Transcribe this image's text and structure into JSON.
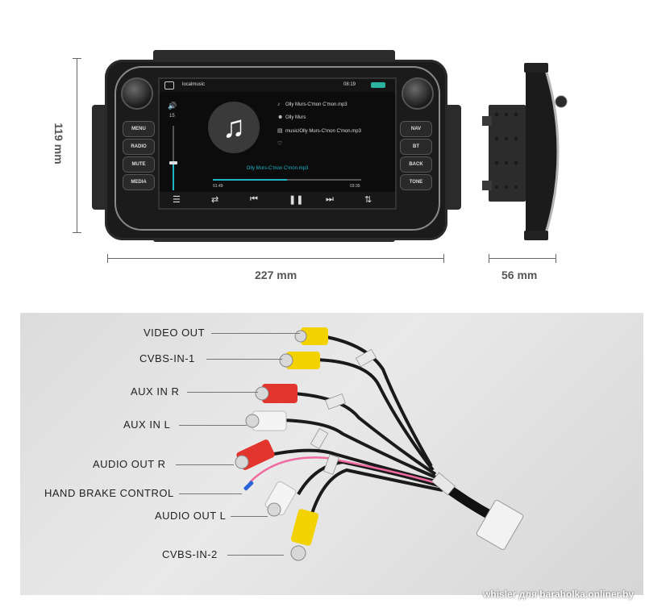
{
  "dimensions": {
    "height": "119 mm",
    "width": "227 mm",
    "depth": "56 mm"
  },
  "head_unit": {
    "left_buttons": [
      "MENU",
      "RADIO",
      "MUTE",
      "MEDIA"
    ],
    "right_buttons": [
      "NAV",
      "BT",
      "BACK",
      "TONE"
    ],
    "screen": {
      "app_title": "localmusic",
      "clock": "08:19",
      "volume": "15",
      "volume_level": 0.42,
      "track_file": "Olly Murs-C'mon C'mon.mp3",
      "artist": "Olly Murs",
      "path": "music/Olly Murs-C'mon C'mon.mp3",
      "now_playing": "Olly Murs-C'mon C'mon.mp3",
      "elapsed": "01:49",
      "total": "03:35",
      "progress": 0.5,
      "colors": {
        "accent": "#1fb6c9",
        "battery": "#2bb3a0"
      }
    }
  },
  "cable": {
    "labels": [
      "VIDEO OUT",
      "CVBS-IN-1",
      "AUX IN R",
      "AUX IN L",
      "AUDIO OUT R",
      "HAND BRAKE CONTROL",
      "AUDIO OUT L",
      "CVBS-IN-2"
    ],
    "colors": {
      "yellow": "#f2d200",
      "red": "#e2352d",
      "white": "#f4f4f4",
      "blue": "#2a63d8",
      "pink": "#f06aa0"
    }
  },
  "watermark": "whisler для baraholka.onliner.by"
}
